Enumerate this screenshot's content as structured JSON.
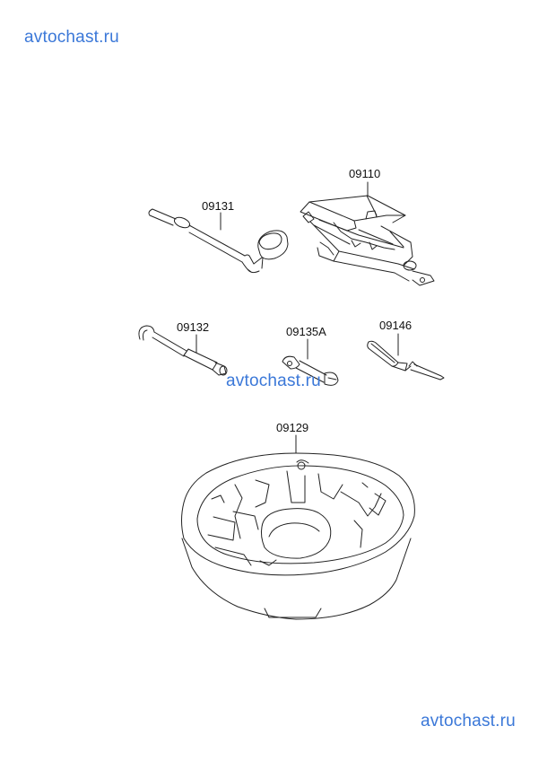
{
  "watermarks": {
    "top": "avtochast.ru",
    "middle": "avtochast.ru",
    "bottom": "avtochast.ru"
  },
  "parts": {
    "jack": "09110",
    "wheel_wrench": "09131",
    "hook": "09132",
    "spanner": "09135A",
    "screwdriver": "09146",
    "tool_tray": "09129"
  },
  "colors": {
    "watermark": "#3b78d8",
    "line": "#222222"
  }
}
